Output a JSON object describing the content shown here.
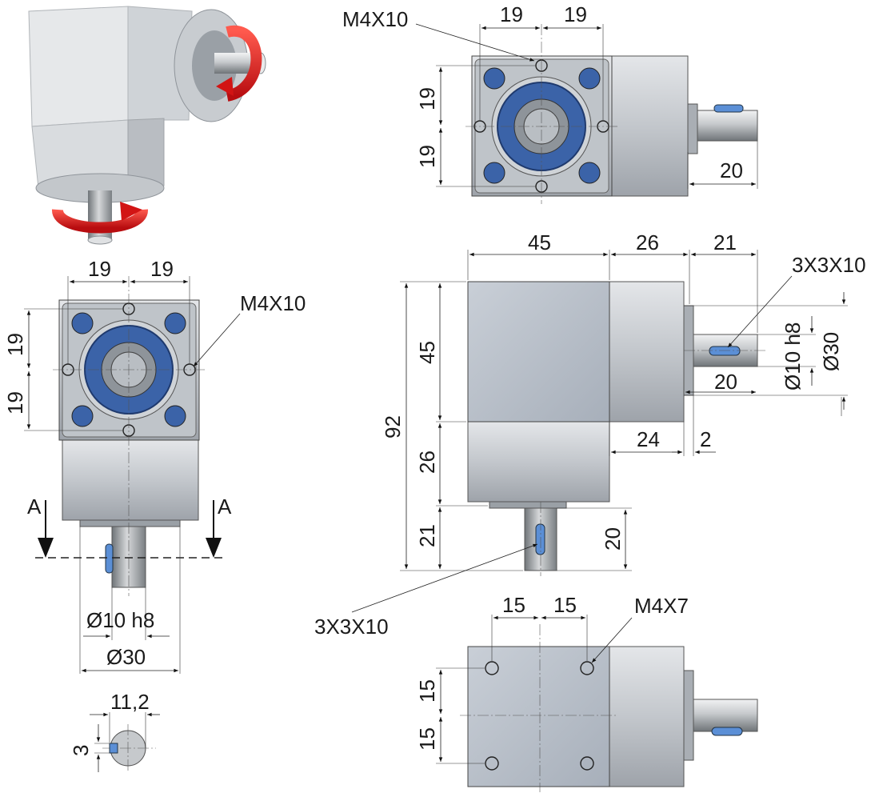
{
  "top_view": {
    "thread_label": "M4X10",
    "dim_h_left": "19",
    "dim_h_right": "19",
    "dim_v_top": "19",
    "dim_v_bottom": "19",
    "shaft_len": "20"
  },
  "front_view": {
    "thread_label": "M4X10",
    "dim_h_left": "19",
    "dim_h_right": "19",
    "dim_v_top": "19",
    "dim_v_bottom": "19",
    "section_left": "A",
    "section_right": "A",
    "shaft_dia": "Ø10 h8",
    "pilot_dia": "Ø30"
  },
  "section_view": {
    "key_width": "11,2",
    "key_height": "3"
  },
  "side_view": {
    "len_body": "45",
    "len_housing": "26",
    "len_shaft": "21",
    "key_label_top": "3X3X10",
    "shaft_dia": "Ø10 h8",
    "pilot_dia": "Ø30",
    "shaft_key_len": "20",
    "height_total": "92",
    "height_body": "45",
    "height_housing": "26",
    "height_shaft": "21",
    "dim_24": "24",
    "dim_2": "2",
    "out_shaft_len": "20",
    "key_label_bottom": "3X3X10"
  },
  "bottom_view": {
    "thread_label": "M4X7",
    "dim_h_left": "15",
    "dim_h_right": "15",
    "dim_v_top": "15",
    "dim_v_bottom": "15"
  },
  "colors": {
    "housing": "#c9cdd3",
    "body": "#b7bec7",
    "seal": "#3b63a8",
    "arrow": "#e3171b",
    "key": "#5b8fd6"
  }
}
